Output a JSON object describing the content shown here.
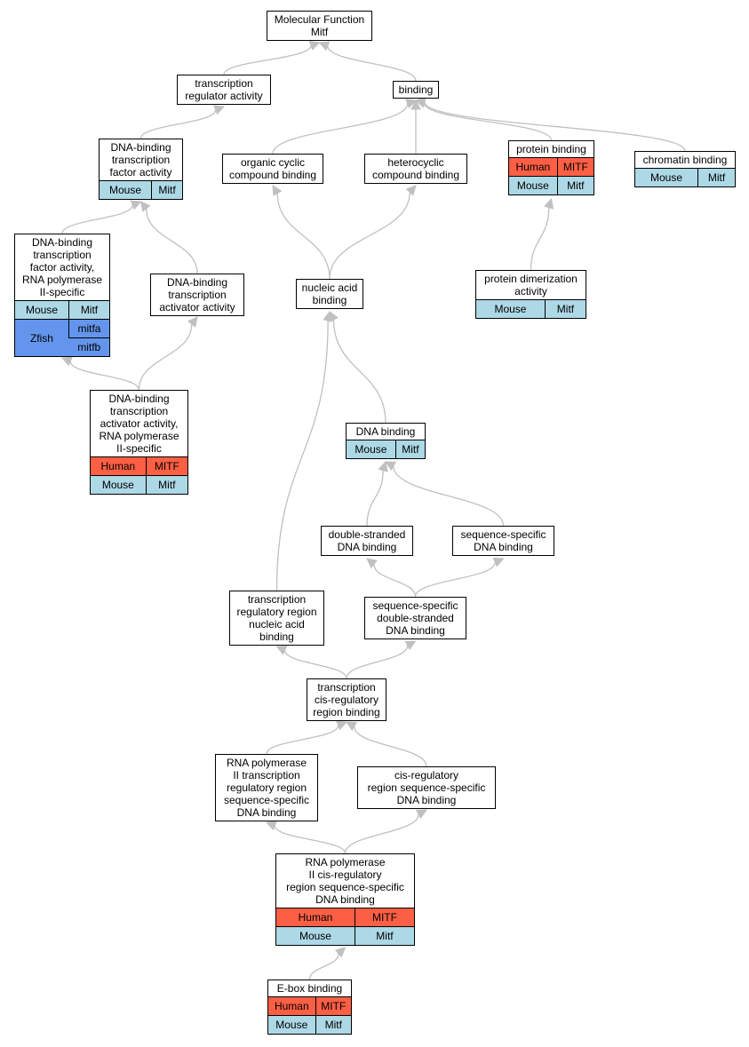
{
  "nodes": [
    {
      "id": "mf",
      "title": "Molecular Function\nMitf",
      "rows": []
    },
    {
      "id": "tra",
      "title": "transcription\nregulator activity",
      "rows": []
    },
    {
      "id": "binding",
      "title": "binding",
      "rows": []
    },
    {
      "id": "dbtfa",
      "title": "DNA-binding\ntranscription\nfactor activity",
      "rows": [
        {
          "species": "Mouse",
          "color": "#add8e6",
          "genes": [
            "Mitf"
          ]
        }
      ]
    },
    {
      "id": "occb",
      "title": "organic cyclic\ncompound binding",
      "rows": []
    },
    {
      "id": "hcb",
      "title": "heterocyclic\ncompound binding",
      "rows": []
    },
    {
      "id": "pb",
      "title": "protein binding",
      "rows": [
        {
          "species": "Human",
          "color": "#fd5f45",
          "genes": [
            "MITF"
          ]
        },
        {
          "species": "Mouse",
          "color": "#add8e6",
          "genes": [
            "Mitf"
          ]
        }
      ]
    },
    {
      "id": "cb",
      "title": "chromatin binding",
      "rows": [
        {
          "species": "Mouse",
          "color": "#add8e6",
          "genes": [
            "Mitf"
          ]
        }
      ]
    },
    {
      "id": "dbtfa2",
      "title": "DNA-binding\ntranscription\nfactor activity,\nRNA polymerase\nII-specific",
      "rows": [
        {
          "species": "Mouse",
          "color": "#add8e6",
          "genes": [
            "Mitf"
          ]
        },
        {
          "species": "Zfish",
          "color": "#6495ed",
          "genes": [
            "mitfa",
            "mitfb"
          ]
        }
      ]
    },
    {
      "id": "dbtaa",
      "title": "DNA-binding\ntranscription\nactivator activity",
      "rows": []
    },
    {
      "id": "nab",
      "title": "nucleic acid\nbinding",
      "rows": []
    },
    {
      "id": "pda",
      "title": "protein dimerization\nactivity",
      "rows": [
        {
          "species": "Mouse",
          "color": "#add8e6",
          "genes": [
            "Mitf"
          ]
        }
      ]
    },
    {
      "id": "dbtaa2",
      "title": "DNA-binding\ntranscription\nactivator activity,\nRNA polymerase\nII-specific",
      "rows": [
        {
          "species": "Human",
          "color": "#fd5f45",
          "genes": [
            "MITF"
          ]
        },
        {
          "species": "Mouse",
          "color": "#add8e6",
          "genes": [
            "Mitf"
          ]
        }
      ]
    },
    {
      "id": "dnab",
      "title": "DNA binding",
      "rows": [
        {
          "species": "Mouse",
          "color": "#add8e6",
          "genes": [
            "Mitf"
          ]
        }
      ]
    },
    {
      "id": "dsdb",
      "title": "double-stranded\nDNA binding",
      "rows": []
    },
    {
      "id": "ssdb",
      "title": "sequence-specific\nDNA binding",
      "rows": []
    },
    {
      "id": "trrnab",
      "title": "transcription\nregulatory region\nnucleic acid\nbinding",
      "rows": []
    },
    {
      "id": "ssdsdb",
      "title": "sequence-specific\ndouble-stranded\nDNA binding",
      "rows": []
    },
    {
      "id": "tcrrb",
      "title": "transcription\ncis-regulatory\nregion binding",
      "rows": []
    },
    {
      "id": "rp2trr",
      "title": "RNA polymerase\nII transcription\nregulatory region\nsequence-specific\nDNA binding",
      "rows": []
    },
    {
      "id": "crrss",
      "title": "cis-regulatory\nregion sequence-specific\nDNA binding",
      "rows": []
    },
    {
      "id": "rp2crr",
      "title": "RNA polymerase\nII cis-regulatory\nregion sequence-specific\nDNA binding",
      "rows": [
        {
          "species": "Human",
          "color": "#fd5f45",
          "genes": [
            "MITF"
          ]
        },
        {
          "species": "Mouse",
          "color": "#add8e6",
          "genes": [
            "Mitf"
          ]
        }
      ]
    },
    {
      "id": "ebox",
      "title": "E-box binding",
      "rows": [
        {
          "species": "Human",
          "color": "#fd5f45",
          "genes": [
            "MITF"
          ]
        },
        {
          "species": "Mouse",
          "color": "#add8e6",
          "genes": [
            "Mitf"
          ]
        }
      ]
    }
  ],
  "edges": [
    {
      "from": "tra",
      "to": "mf"
    },
    {
      "from": "binding",
      "to": "mf"
    },
    {
      "from": "dbtfa",
      "to": "tra"
    },
    {
      "from": "occb",
      "to": "binding"
    },
    {
      "from": "hcb",
      "to": "binding"
    },
    {
      "from": "pb",
      "to": "binding"
    },
    {
      "from": "cb",
      "to": "binding"
    },
    {
      "from": "dbtfa2",
      "to": "dbtfa"
    },
    {
      "from": "dbtaa",
      "to": "dbtfa"
    },
    {
      "from": "nab",
      "to": "occb"
    },
    {
      "from": "nab",
      "to": "hcb"
    },
    {
      "from": "pda",
      "to": "pb"
    },
    {
      "from": "dbtaa2",
      "to": "dbtfa2"
    },
    {
      "from": "dbtaa2",
      "to": "dbtaa"
    },
    {
      "from": "dnab",
      "to": "nab"
    },
    {
      "from": "trrnab",
      "to": "nab"
    },
    {
      "from": "dsdb",
      "to": "dnab"
    },
    {
      "from": "ssdb",
      "to": "dnab"
    },
    {
      "from": "ssdsdb",
      "to": "dsdb"
    },
    {
      "from": "ssdsdb",
      "to": "ssdb"
    },
    {
      "from": "tcrrb",
      "to": "trrnab"
    },
    {
      "from": "tcrrb",
      "to": "ssdsdb"
    },
    {
      "from": "rp2trr",
      "to": "tcrrb"
    },
    {
      "from": "crrss",
      "to": "tcrrb"
    },
    {
      "from": "rp2crr",
      "to": "rp2trr"
    },
    {
      "from": "rp2crr",
      "to": "crrss"
    },
    {
      "from": "ebox",
      "to": "rp2crr"
    }
  ]
}
